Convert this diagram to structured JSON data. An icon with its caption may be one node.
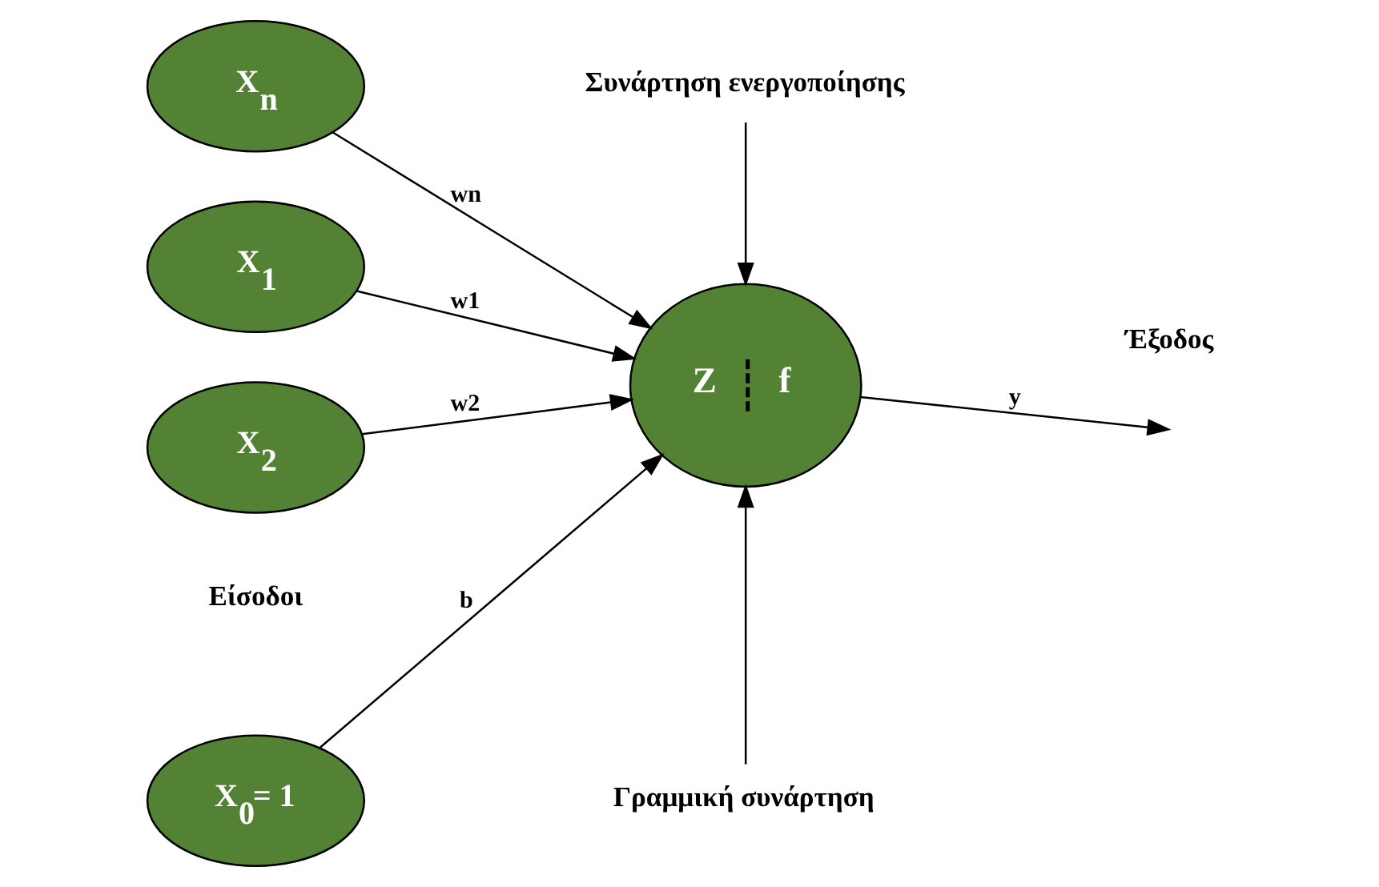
{
  "diagram": {
    "nodes": [
      {
        "text": [
          "X$_{0}$= 1"
        ]
      },
      {
        "text": [
          "X$_{1}$"
        ]
      },
      {
        "text": [
          "X$_{2}$"
        ]
      },
      {
        "text": [
          "X$_{n}$"
        ]
      },
      {
        "text": [
          "Z",
          "f"
        ]
      },
      {
        "text": [
          "Γραμμική συνάρτηση"
        ]
      },
      {
        "text": [
          "Συνάρτηση ενεργοποίησης"
        ]
      }
    ],
    "edges": [
      {
        "from": 0,
        "to": 4,
        "arrow": "to",
        "label": "b"
      },
      {
        "from": 1,
        "to": 4,
        "arrow": "to",
        "label": "w1"
      },
      {
        "from": 2,
        "to": 4,
        "arrow": "to",
        "label": "w2"
      },
      {
        "from": 3,
        "to": 4,
        "arrow": "to",
        "label": "wn"
      },
      {
        "from": 4,
        "to": null,
        "arrow": "to",
        "label": "y"
      },
      {
        "from": 5,
        "to": 4,
        "arrow": "to"
      },
      {
        "from": 6,
        "to": 4,
        "arrow": "to"
      }
    ],
    "labels": [
      "Είσοδοι",
      "Έξοδος"
    ]
  }
}
